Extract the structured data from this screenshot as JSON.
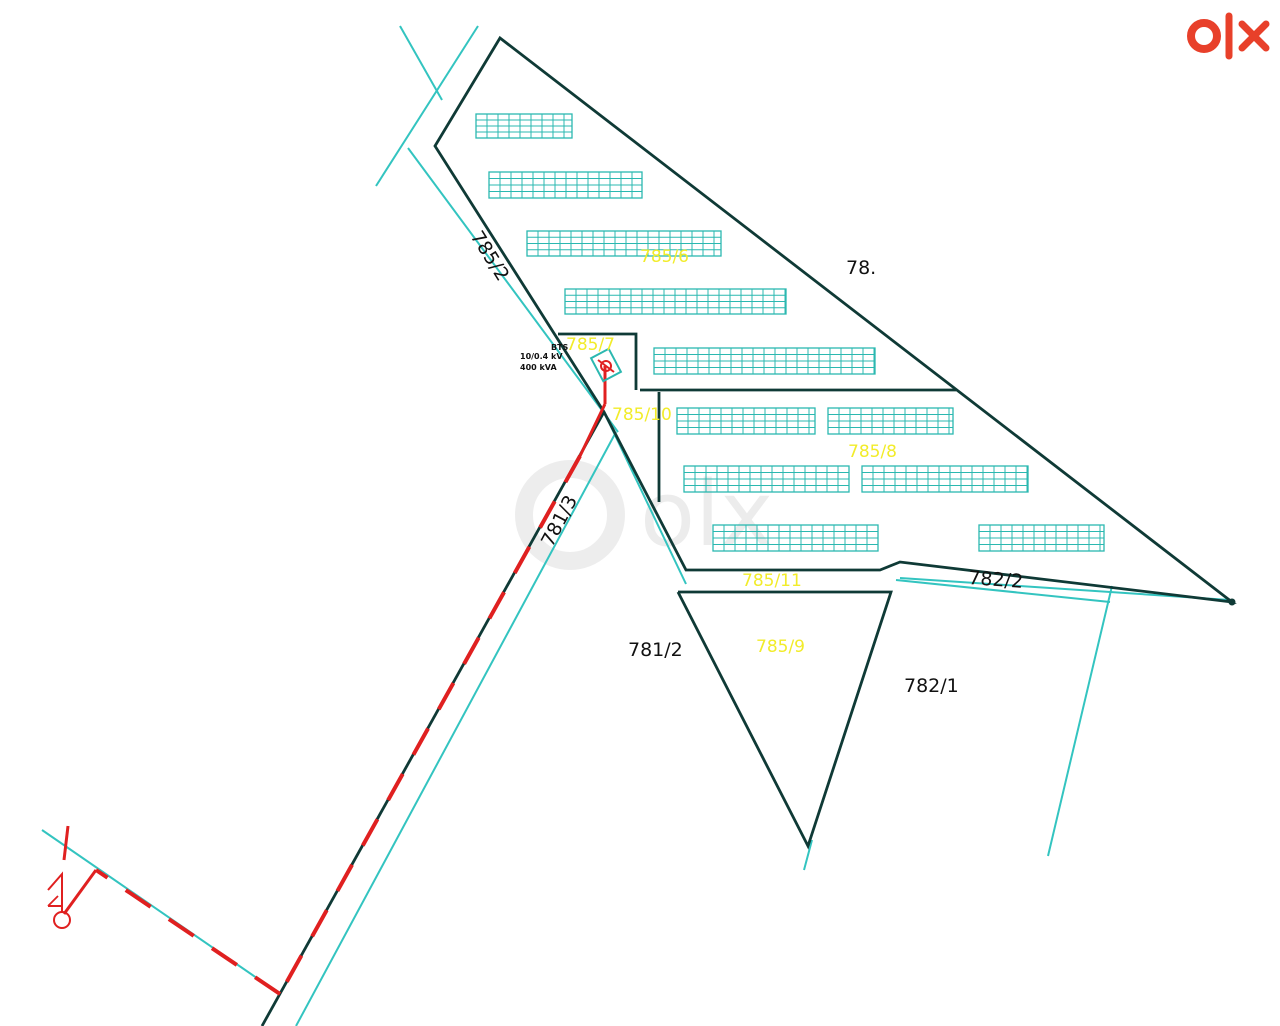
{
  "logo": {
    "text": "olx",
    "color": "#e8402a"
  },
  "watermark": {
    "text": "olx"
  },
  "parcels_black": [
    {
      "id": "p-785-2",
      "text": "785/2"
    },
    {
      "id": "p-781-3",
      "text": "781/3"
    },
    {
      "id": "p-781-2",
      "text": "781/2"
    },
    {
      "id": "p-782-1",
      "text": "782/1"
    },
    {
      "id": "p-782-2",
      "text": "782/2"
    },
    {
      "id": "p-785-partial",
      "text": "78."
    }
  ],
  "parcels_yellow": [
    {
      "id": "p-785-6",
      "text": "785/6"
    },
    {
      "id": "p-785-7",
      "text": "785/7"
    },
    {
      "id": "p-785-10",
      "text": "785/10"
    },
    {
      "id": "p-785-8",
      "text": "785/8"
    },
    {
      "id": "p-785-11",
      "text": "785/11"
    },
    {
      "id": "p-785-9",
      "text": "785/9"
    }
  ],
  "substation": {
    "line1": "BTS",
    "line2": "10/0.4 kV",
    "line3": "400 kVA"
  },
  "colors": {
    "boundary": "#0f3a36",
    "cadastre": "#33c4c0",
    "cable": "#e02020",
    "parcel_number": "#f2ec2a",
    "panels": "#2bb8b0"
  }
}
